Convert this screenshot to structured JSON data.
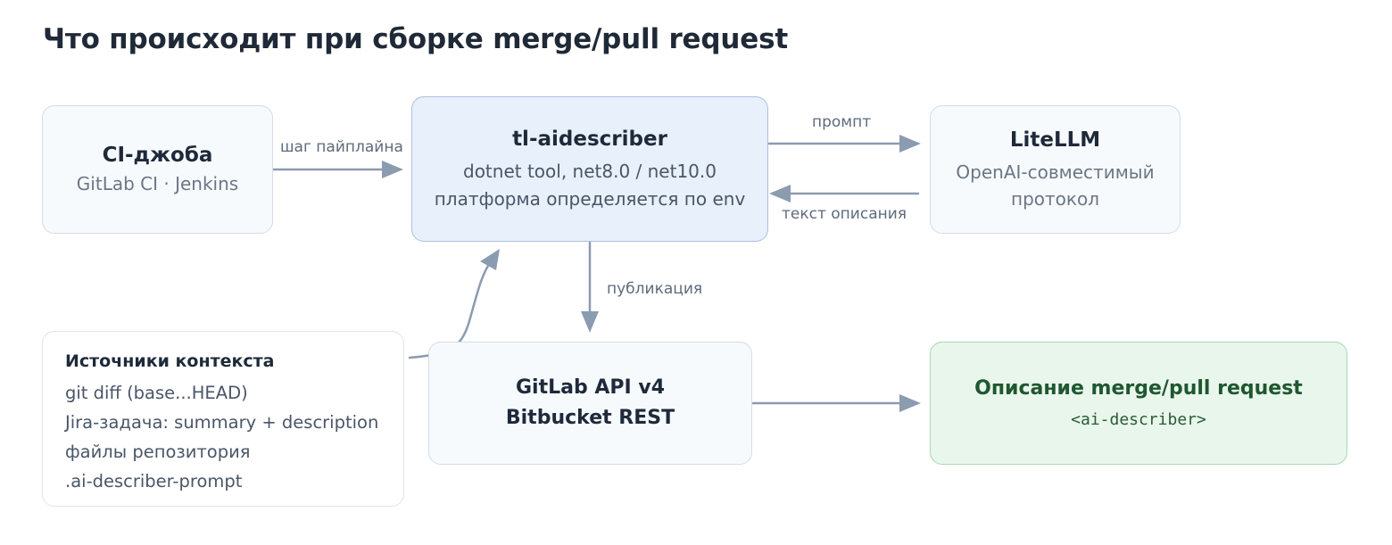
{
  "title": "Что происходит при сборке merge/pull request",
  "nodes": {
    "ci": {
      "name": "CI-джоба",
      "sub": "GitLab CI · Jenkins"
    },
    "main": {
      "name": "tl-aidescriber",
      "lines": [
        "dotnet tool, net8.0 / net10.0",
        "платформа определяется по env"
      ]
    },
    "llm": {
      "name": "LiteLLM",
      "lines": [
        "OpenAI-совместимый",
        "протокол"
      ]
    },
    "context": {
      "name": "Источники контекста",
      "items": [
        "git diff (base...HEAD)",
        "Jira-задача: summary + description",
        "файлы репозитория",
        ".ai-describer-prompt"
      ]
    },
    "api": {
      "lines": [
        "GitLab API v4",
        "Bitbucket REST"
      ]
    },
    "desc": {
      "name": "Описание merge/pull request",
      "code": "<ai-describer>"
    }
  },
  "edges": {
    "ci_to_main": "шаг пайплайна",
    "main_to_llm": "промпт",
    "llm_to_main": "текст описания",
    "main_to_api": "публикация"
  },
  "colors": {
    "arrow": "#8b9bb0",
    "main_fill": "#e8f0fb",
    "desc_fill": "#e9f6ec",
    "desc_text": "#1f5730"
  }
}
